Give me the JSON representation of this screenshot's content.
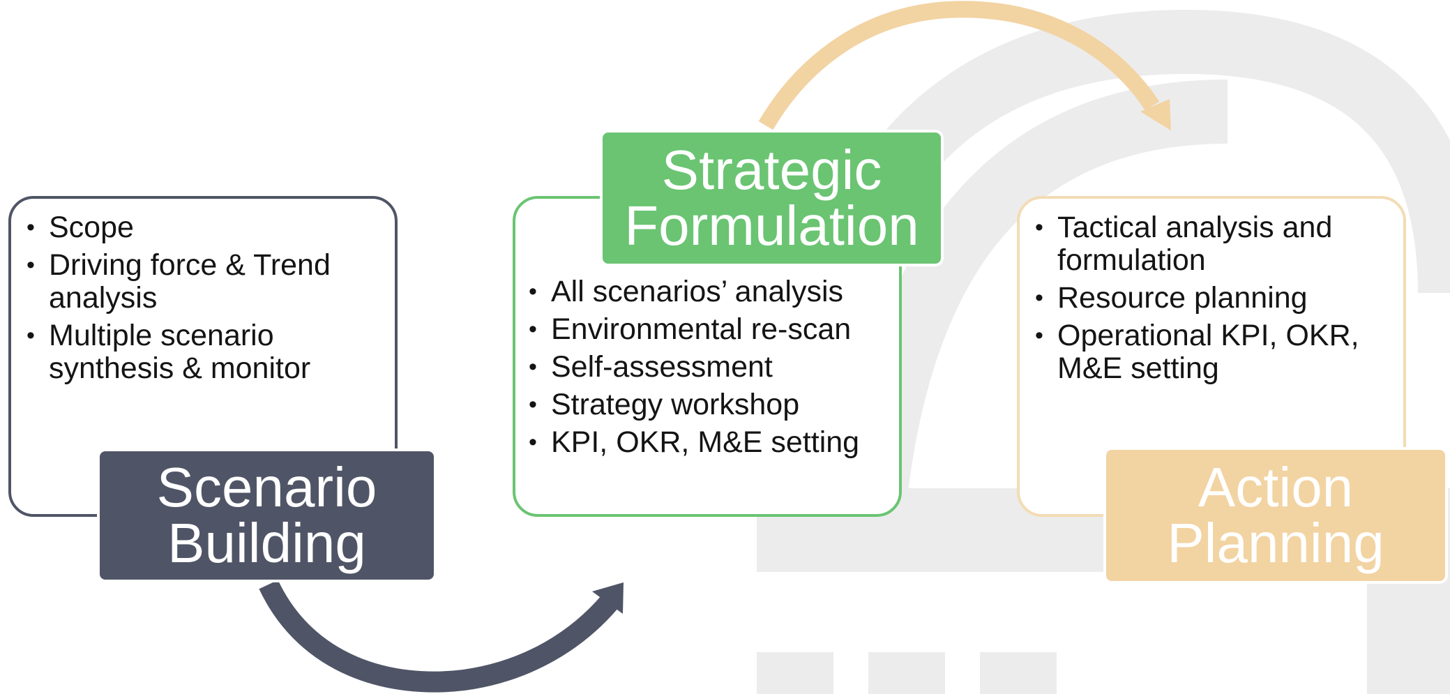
{
  "colors": {
    "scenario": "#4f5566",
    "strategic": "#6ac472",
    "action": "#f2d3a2",
    "action_border": "#f2dcb4",
    "watermark": "#e9e9e9"
  },
  "stages": [
    {
      "title_line1": "Scenario",
      "title_line2": "Building",
      "items": [
        "Scope",
        "Driving force & Trend analysis",
        "Multiple scenario synthesis & monitor"
      ]
    },
    {
      "title_line1": "Strategic",
      "title_line2": "Formulation",
      "items": [
        "All scenarios’ analysis",
        "Environmental re-scan",
        "Self-assessment",
        "Strategy workshop",
        "KPI, OKR, M&E setting"
      ]
    },
    {
      "title_line1": "Action",
      "title_line2": "Planning",
      "items": [
        "Tactical analysis and formulation",
        "Resource planning",
        "Operational KPI, OKR, M&E setting"
      ]
    }
  ],
  "connectors": [
    {
      "from": "Scenario Building",
      "to": "Strategic Formulation",
      "icon": "curved-arrow-icon"
    },
    {
      "from": "Strategic Formulation",
      "to": "Action Planning",
      "icon": "curved-arrow-icon"
    }
  ]
}
